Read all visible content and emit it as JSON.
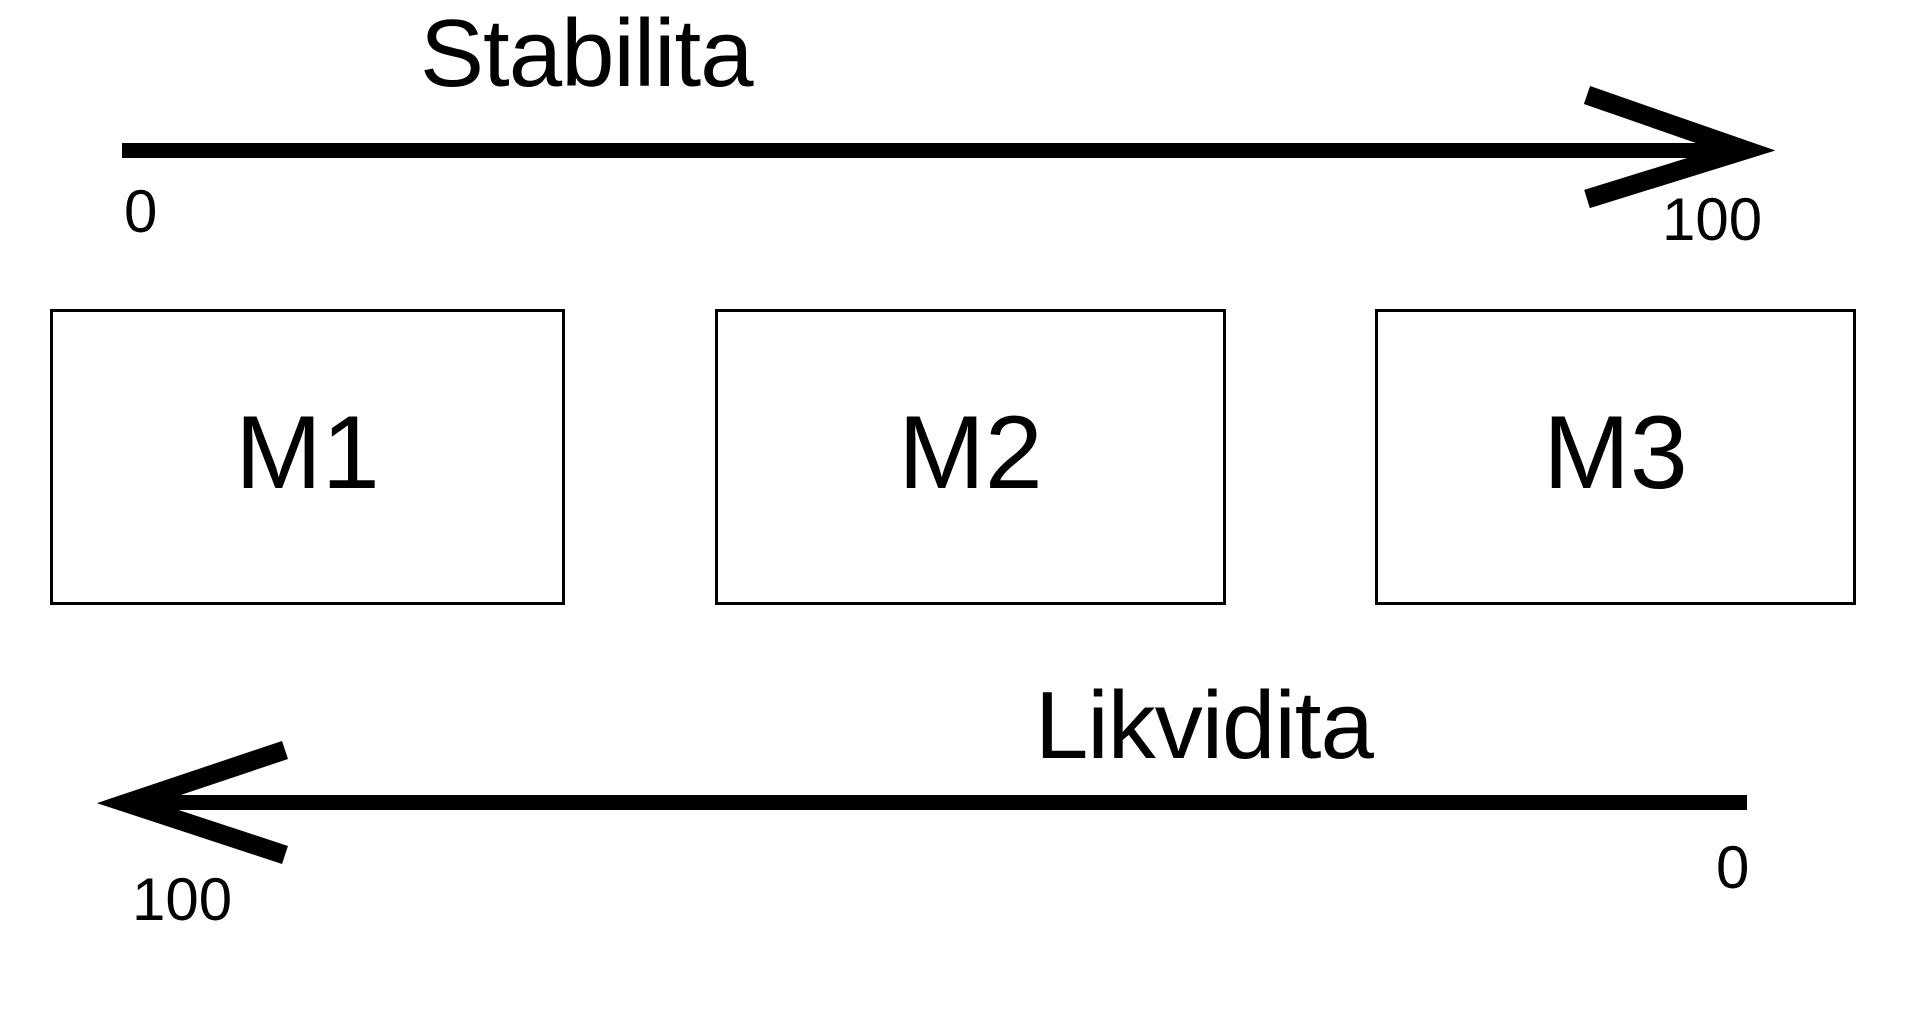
{
  "diagram": {
    "background_color": "#ffffff",
    "stroke_color": "#000000",
    "top_axis": {
      "title": "Stabilita",
      "direction": "left-to-right",
      "start_label": "0",
      "end_label": "100",
      "arrow_icon": "arrow-right-icon"
    },
    "bottom_axis": {
      "title": "Likvidita",
      "direction": "right-to-left",
      "start_label": "0",
      "end_label": "100",
      "arrow_icon": "arrow-left-icon"
    },
    "boxes": [
      {
        "label": "M1"
      },
      {
        "label": "M2"
      },
      {
        "label": "M3"
      }
    ]
  }
}
